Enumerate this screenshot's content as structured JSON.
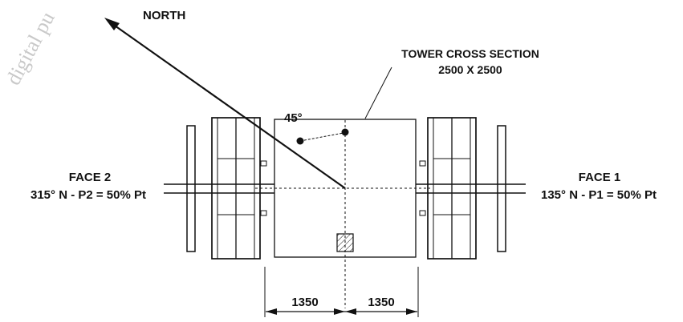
{
  "watermark": "digital pu",
  "north_label": "NORTH",
  "tower": {
    "title_line1": "TOWER CROSS SECTION",
    "title_line2": "2500 X 2500"
  },
  "angle_label": "45°",
  "face_left": {
    "title": "FACE 2",
    "detail": "315° N - P2 = 50% Pt"
  },
  "face_right": {
    "title": "FACE 1",
    "detail": "135° N - P1 = 50% Pt"
  },
  "dimensions": [
    "1350",
    "1350"
  ],
  "colors": {
    "ink": "#111111",
    "watermark": "#c9c9c9"
  }
}
